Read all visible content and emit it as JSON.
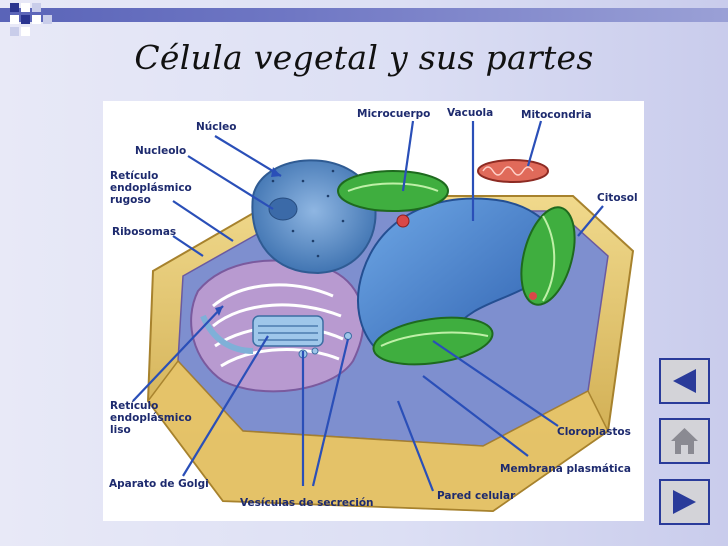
{
  "slide": {
    "title": "Célula vegetal y sus partes"
  },
  "labels": {
    "nucleo": "Núcleo",
    "nucleolo": "Nucleolo",
    "reticulo_rugoso": "Retículo\nendoplásmico\nrugoso",
    "ribosomas": "Ribosomas",
    "reticulo_liso": "Retículo\nendoplásmico\nliso",
    "aparato_golgi": "Aparato de Golgi",
    "vesiculas": "Vesículas de secreción",
    "pared": "Pared celular",
    "membrana": "Membrana plasmática",
    "cloroplastos": "Cloroplastos",
    "citosol": "Citosol",
    "mitocondria": "Mitocondria",
    "vacuola": "Vacuola",
    "microcuerpo": "Microcuerpo"
  },
  "nav": {
    "prev_icon": "triangle-left-icon",
    "home_icon": "house-icon",
    "next_icon": "triangle-right-icon"
  },
  "colors": {
    "accent": "#2a3b9a",
    "label": "#1d2a6e",
    "cell_wall": "#e2c36a",
    "chloroplast": "#3fae3f",
    "vacuole": "#3a7fd0",
    "nucleus": "#5b93cf",
    "cytoplasm": "#9a78b5"
  }
}
